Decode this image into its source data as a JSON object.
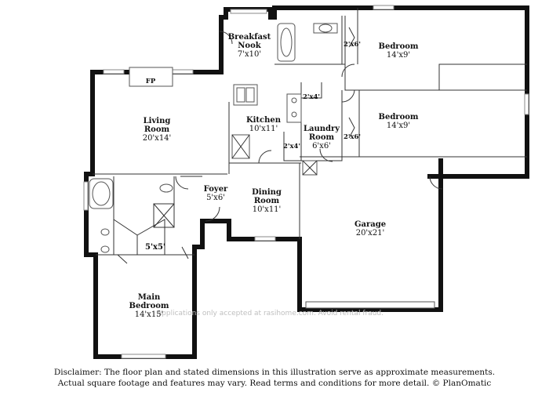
{
  "rooms": {
    "breakfast_nook": {
      "name_l1": "Breakfast",
      "name_l2": "Nook",
      "dim": "7'x10'"
    },
    "bedroom_1": {
      "name": "Bedroom",
      "dim": "14'x9'"
    },
    "bedroom_2": {
      "name": "Bedroom",
      "dim": "14'x9'"
    },
    "living_room": {
      "name": "Living",
      "name_l2": "Room",
      "dim": "20'x14'"
    },
    "kitchen": {
      "name": "Kitchen",
      "dim": "10'x11'"
    },
    "laundry": {
      "name": "Laundry",
      "name_l2": "Room",
      "dim": "6'x6'"
    },
    "foyer": {
      "name": "Foyer",
      "dim": "5'x6'"
    },
    "dining": {
      "name": "Dining",
      "name_l2": "Room",
      "dim": "10'x11'"
    },
    "garage": {
      "name": "Garage",
      "dim": "20'x21'"
    },
    "main_bedroom": {
      "name": "Main",
      "name_l2": "Bedroom",
      "dim": "14'x15'"
    },
    "bath_closet": {
      "dim": "5'x5'"
    }
  },
  "closets": {
    "closet_a": "2'x6'",
    "closet_b": "2'x4'",
    "closet_c": "2'x6'",
    "closet_d": "2'x4'"
  },
  "fireplace_label": "FP",
  "watermark": "Applications only accepted at rasihome.com. Avoid rental fraud.",
  "disclaimer": {
    "line1": "Disclaimer: The floor plan and stated dimensions in this illustration serve as approximate measurements.",
    "line2": "Actual square footage and features may vary. Read terms and conditions for more detail. © PlanOmatic"
  }
}
